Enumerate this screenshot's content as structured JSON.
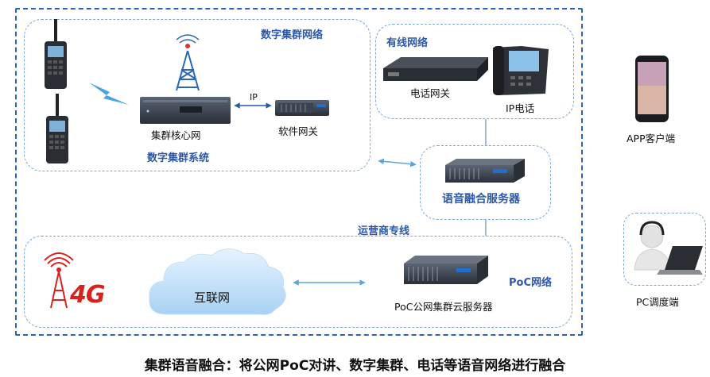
{
  "labels": {
    "digital_trunk_network": "数字集群网络",
    "trunk_core": "集群核心网",
    "ip_link": "IP",
    "soft_gateway": "软件网关",
    "digital_trunk_system": "数字集群系统",
    "wired_network": "有线网络",
    "phone_gateway": "电话网关",
    "ip_phone": "IP电话",
    "voice_server": "语音融合服务器",
    "carrier_line": "运营商专线",
    "app_client": "APP客户端",
    "pc_dispatch": "PC调度端",
    "internet": "互联网",
    "poc_network": "PoC网络",
    "poc_server": "PoC公网集群云服务器",
    "four_g": "4G"
  },
  "caption": "集群语音融合：将公网PoC对讲、数字集群、电话等语音网络进行融合",
  "colors": {
    "outer_border": "#2b64b8",
    "inner_border": "#7aa7d8",
    "blue_label": "#2b59a8",
    "arrow": "#5aa6d8",
    "connector": "#8aa9c9",
    "four_g_red": "#d8221c"
  }
}
